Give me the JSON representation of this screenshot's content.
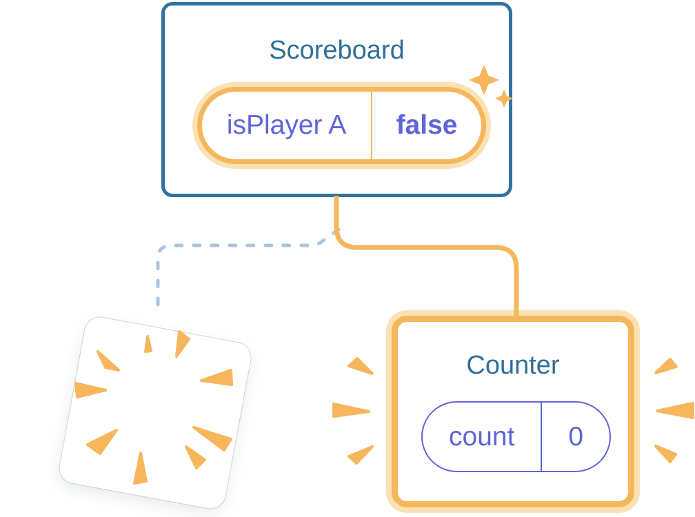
{
  "diagram": {
    "description": "React component tree state diagram: Scoreboard keeps state, old Counter is destroyed, new Counter mounts with fresh state",
    "colors": {
      "accent_orange": "#F6B75C",
      "accent_orange_light": "#FBE2B4",
      "card_border_blue": "#3173A0",
      "title_blue": "#2F6F99",
      "state_purple": "#5F64D8",
      "dashed_connector_blue": "#A9C5DE",
      "background": "#FFFFFF"
    },
    "icons": {
      "sparkles": "sparkle-icon",
      "poof": "poof-burst-icon",
      "emphasis_left": "emphasis-rays-left-icon",
      "emphasis_right": "emphasis-rays-right-icon"
    }
  },
  "scoreboard": {
    "title": "Scoreboard",
    "state": {
      "name": "isPlayer A",
      "value": "false"
    }
  },
  "counter": {
    "title": "Counter",
    "state": {
      "name": "count",
      "value": "0"
    }
  }
}
